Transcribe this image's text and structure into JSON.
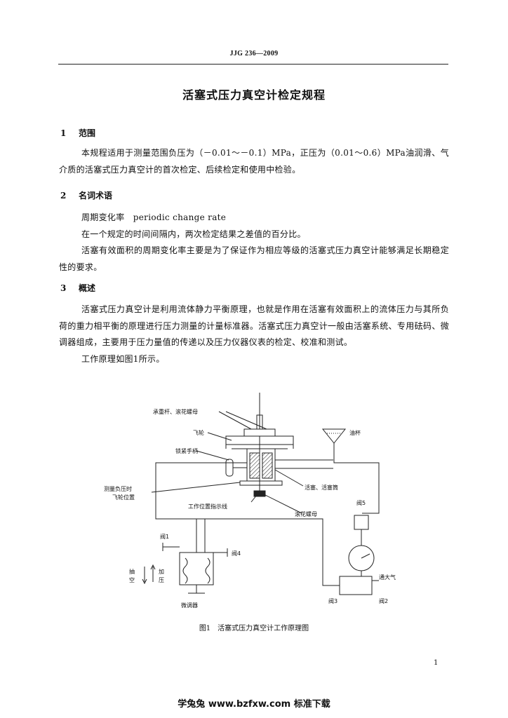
{
  "header": {
    "code": "JJG 236—2009"
  },
  "title": "活塞式压力真空计检定规程",
  "sections": [
    {
      "num": "1",
      "heading": "范围",
      "paras": [
        "本规程适用于测量范围负压为（－0.01～－0.1）MPa，正压为（0.01～0.6）MPa油润滑、气介质的活塞式压力真空计的首次检定、后续检定和使用中检验。"
      ]
    },
    {
      "num": "2",
      "heading": "名词术语",
      "paras": [
        "周期变化率　periodic change rate",
        "在一个规定的时间间隔内，两次检定结果之差值的百分比。",
        "活塞有效面积的周期变化率主要是为了保证作为相应等级的活塞式压力真空计能够满足长期稳定性的要求。"
      ]
    },
    {
      "num": "3",
      "heading": "概述",
      "paras": [
        "活塞式压力真空计是利用流体静力平衡原理，也就是作用在活塞有效面积上的流体压力与其所负荷的重力相平衡的原理进行压力测量的计量标准器。活塞式压力真空计一般由活塞系统、专用砝码、微调器组成，主要用于压力量值的传递以及压力仪器仪表的检定、校准和测试。",
        "工作原理如图1所示。"
      ]
    }
  ],
  "figure": {
    "labels": {
      "load_rod": "承重杆、滚花螺母",
      "flywheel": "飞轮",
      "oil_cup": "油杯",
      "lock_handle": "锁紧手柄",
      "piston": "活塞、活塞筒",
      "measure_pos_line1": "测量负压时",
      "measure_pos_line2": "飞轮位置",
      "work_pos": "工作位置指示线",
      "knurl_nut": "滚花螺母",
      "valve5": "阀5",
      "valve1": "阀1",
      "valve4": "阀4",
      "to_atm": "通大气",
      "pump": "抽",
      "pump2": "空",
      "press": "加",
      "press2": "压",
      "valve3": "阀3",
      "valve2": "阀2",
      "micro": "微调器"
    },
    "caption": "图1　活塞式压力真空计工作原理图"
  },
  "page_number": "1",
  "footer": "学兔兔 www.bzfxw.com 标准下载"
}
